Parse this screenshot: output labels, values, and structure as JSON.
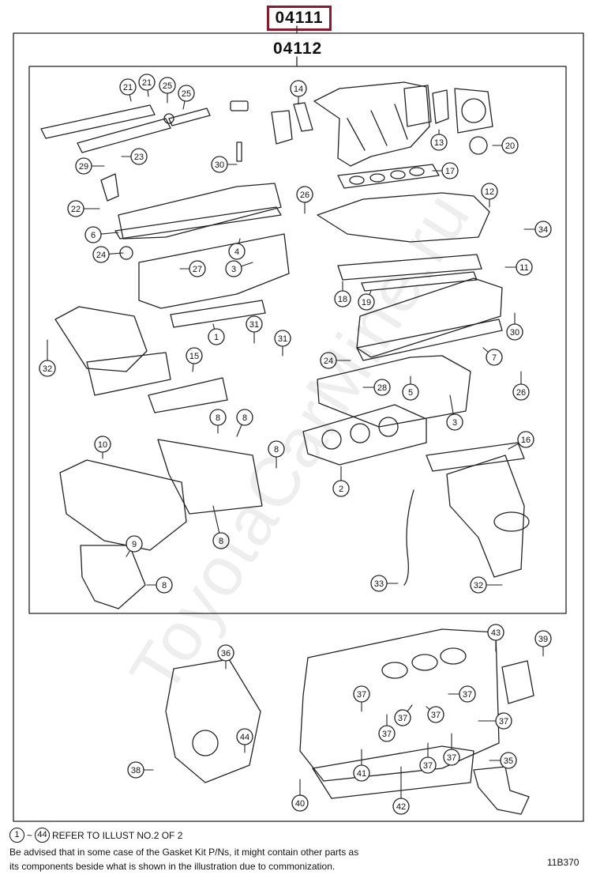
{
  "header": {
    "outer_kit_code": "04111",
    "inner_kit_code": "04112"
  },
  "callouts": [
    {
      "id": "c1",
      "label": "1"
    },
    {
      "id": "c2",
      "label": "2"
    },
    {
      "id": "c3a",
      "label": "3"
    },
    {
      "id": "c3b",
      "label": "3"
    },
    {
      "id": "c4",
      "label": "4"
    },
    {
      "id": "c5",
      "label": "5"
    },
    {
      "id": "c6",
      "label": "6"
    },
    {
      "id": "c7",
      "label": "7"
    },
    {
      "id": "c8a",
      "label": "8"
    },
    {
      "id": "c8b",
      "label": "8"
    },
    {
      "id": "c8c",
      "label": "8"
    },
    {
      "id": "c8d",
      "label": "8"
    },
    {
      "id": "c8e",
      "label": "8"
    },
    {
      "id": "c9",
      "label": "9"
    },
    {
      "id": "c10",
      "label": "10"
    },
    {
      "id": "c11",
      "label": "11"
    },
    {
      "id": "c12",
      "label": "12"
    },
    {
      "id": "c13",
      "label": "13"
    },
    {
      "id": "c14",
      "label": "14"
    },
    {
      "id": "c15",
      "label": "15"
    },
    {
      "id": "c16",
      "label": "16"
    },
    {
      "id": "c17",
      "label": "17"
    },
    {
      "id": "c18",
      "label": "18"
    },
    {
      "id": "c19",
      "label": "19"
    },
    {
      "id": "c20",
      "label": "20"
    },
    {
      "id": "c21a",
      "label": "21"
    },
    {
      "id": "c21b",
      "label": "21"
    },
    {
      "id": "c22",
      "label": "22"
    },
    {
      "id": "c23",
      "label": "23"
    },
    {
      "id": "c24a",
      "label": "24"
    },
    {
      "id": "c24b",
      "label": "24"
    },
    {
      "id": "c25a",
      "label": "25"
    },
    {
      "id": "c25b",
      "label": "25"
    },
    {
      "id": "c26a",
      "label": "26"
    },
    {
      "id": "c26b",
      "label": "26"
    },
    {
      "id": "c27",
      "label": "27"
    },
    {
      "id": "c28",
      "label": "28"
    },
    {
      "id": "c29",
      "label": "29"
    },
    {
      "id": "c30a",
      "label": "30"
    },
    {
      "id": "c30b",
      "label": "30"
    },
    {
      "id": "c31a",
      "label": "31"
    },
    {
      "id": "c31b",
      "label": "31"
    },
    {
      "id": "c32a",
      "label": "32"
    },
    {
      "id": "c32b",
      "label": "32"
    },
    {
      "id": "c33",
      "label": "33"
    },
    {
      "id": "c34",
      "label": "34"
    },
    {
      "id": "c35",
      "label": "35"
    },
    {
      "id": "c36",
      "label": "36"
    },
    {
      "id": "c37a",
      "label": "37"
    },
    {
      "id": "c37b",
      "label": "37"
    },
    {
      "id": "c37c",
      "label": "37"
    },
    {
      "id": "c37d",
      "label": "37"
    },
    {
      "id": "c37e",
      "label": "37"
    },
    {
      "id": "c37f",
      "label": "37"
    },
    {
      "id": "c37g",
      "label": "37"
    },
    {
      "id": "c37h",
      "label": "37"
    },
    {
      "id": "c38",
      "label": "38"
    },
    {
      "id": "c39",
      "label": "39"
    },
    {
      "id": "c40",
      "label": "40"
    },
    {
      "id": "c41",
      "label": "41"
    },
    {
      "id": "c42",
      "label": "42"
    },
    {
      "id": "c43",
      "label": "43"
    },
    {
      "id": "c44",
      "label": "44"
    }
  ],
  "footer": {
    "range_start": "1",
    "range_sep": "~",
    "range_end": "44",
    "range_text": "REFER TO ILLUST NO.2 OF 2",
    "note_line_1": "Be advised that in some case of the Gasket Kit P/Ns,  it might contain other parts as",
    "note_line_2": "its components beside what is shown in the illustration due to commonization.",
    "diagram_code": "11B370"
  },
  "watermark": "ToyotaCarMine.ru"
}
